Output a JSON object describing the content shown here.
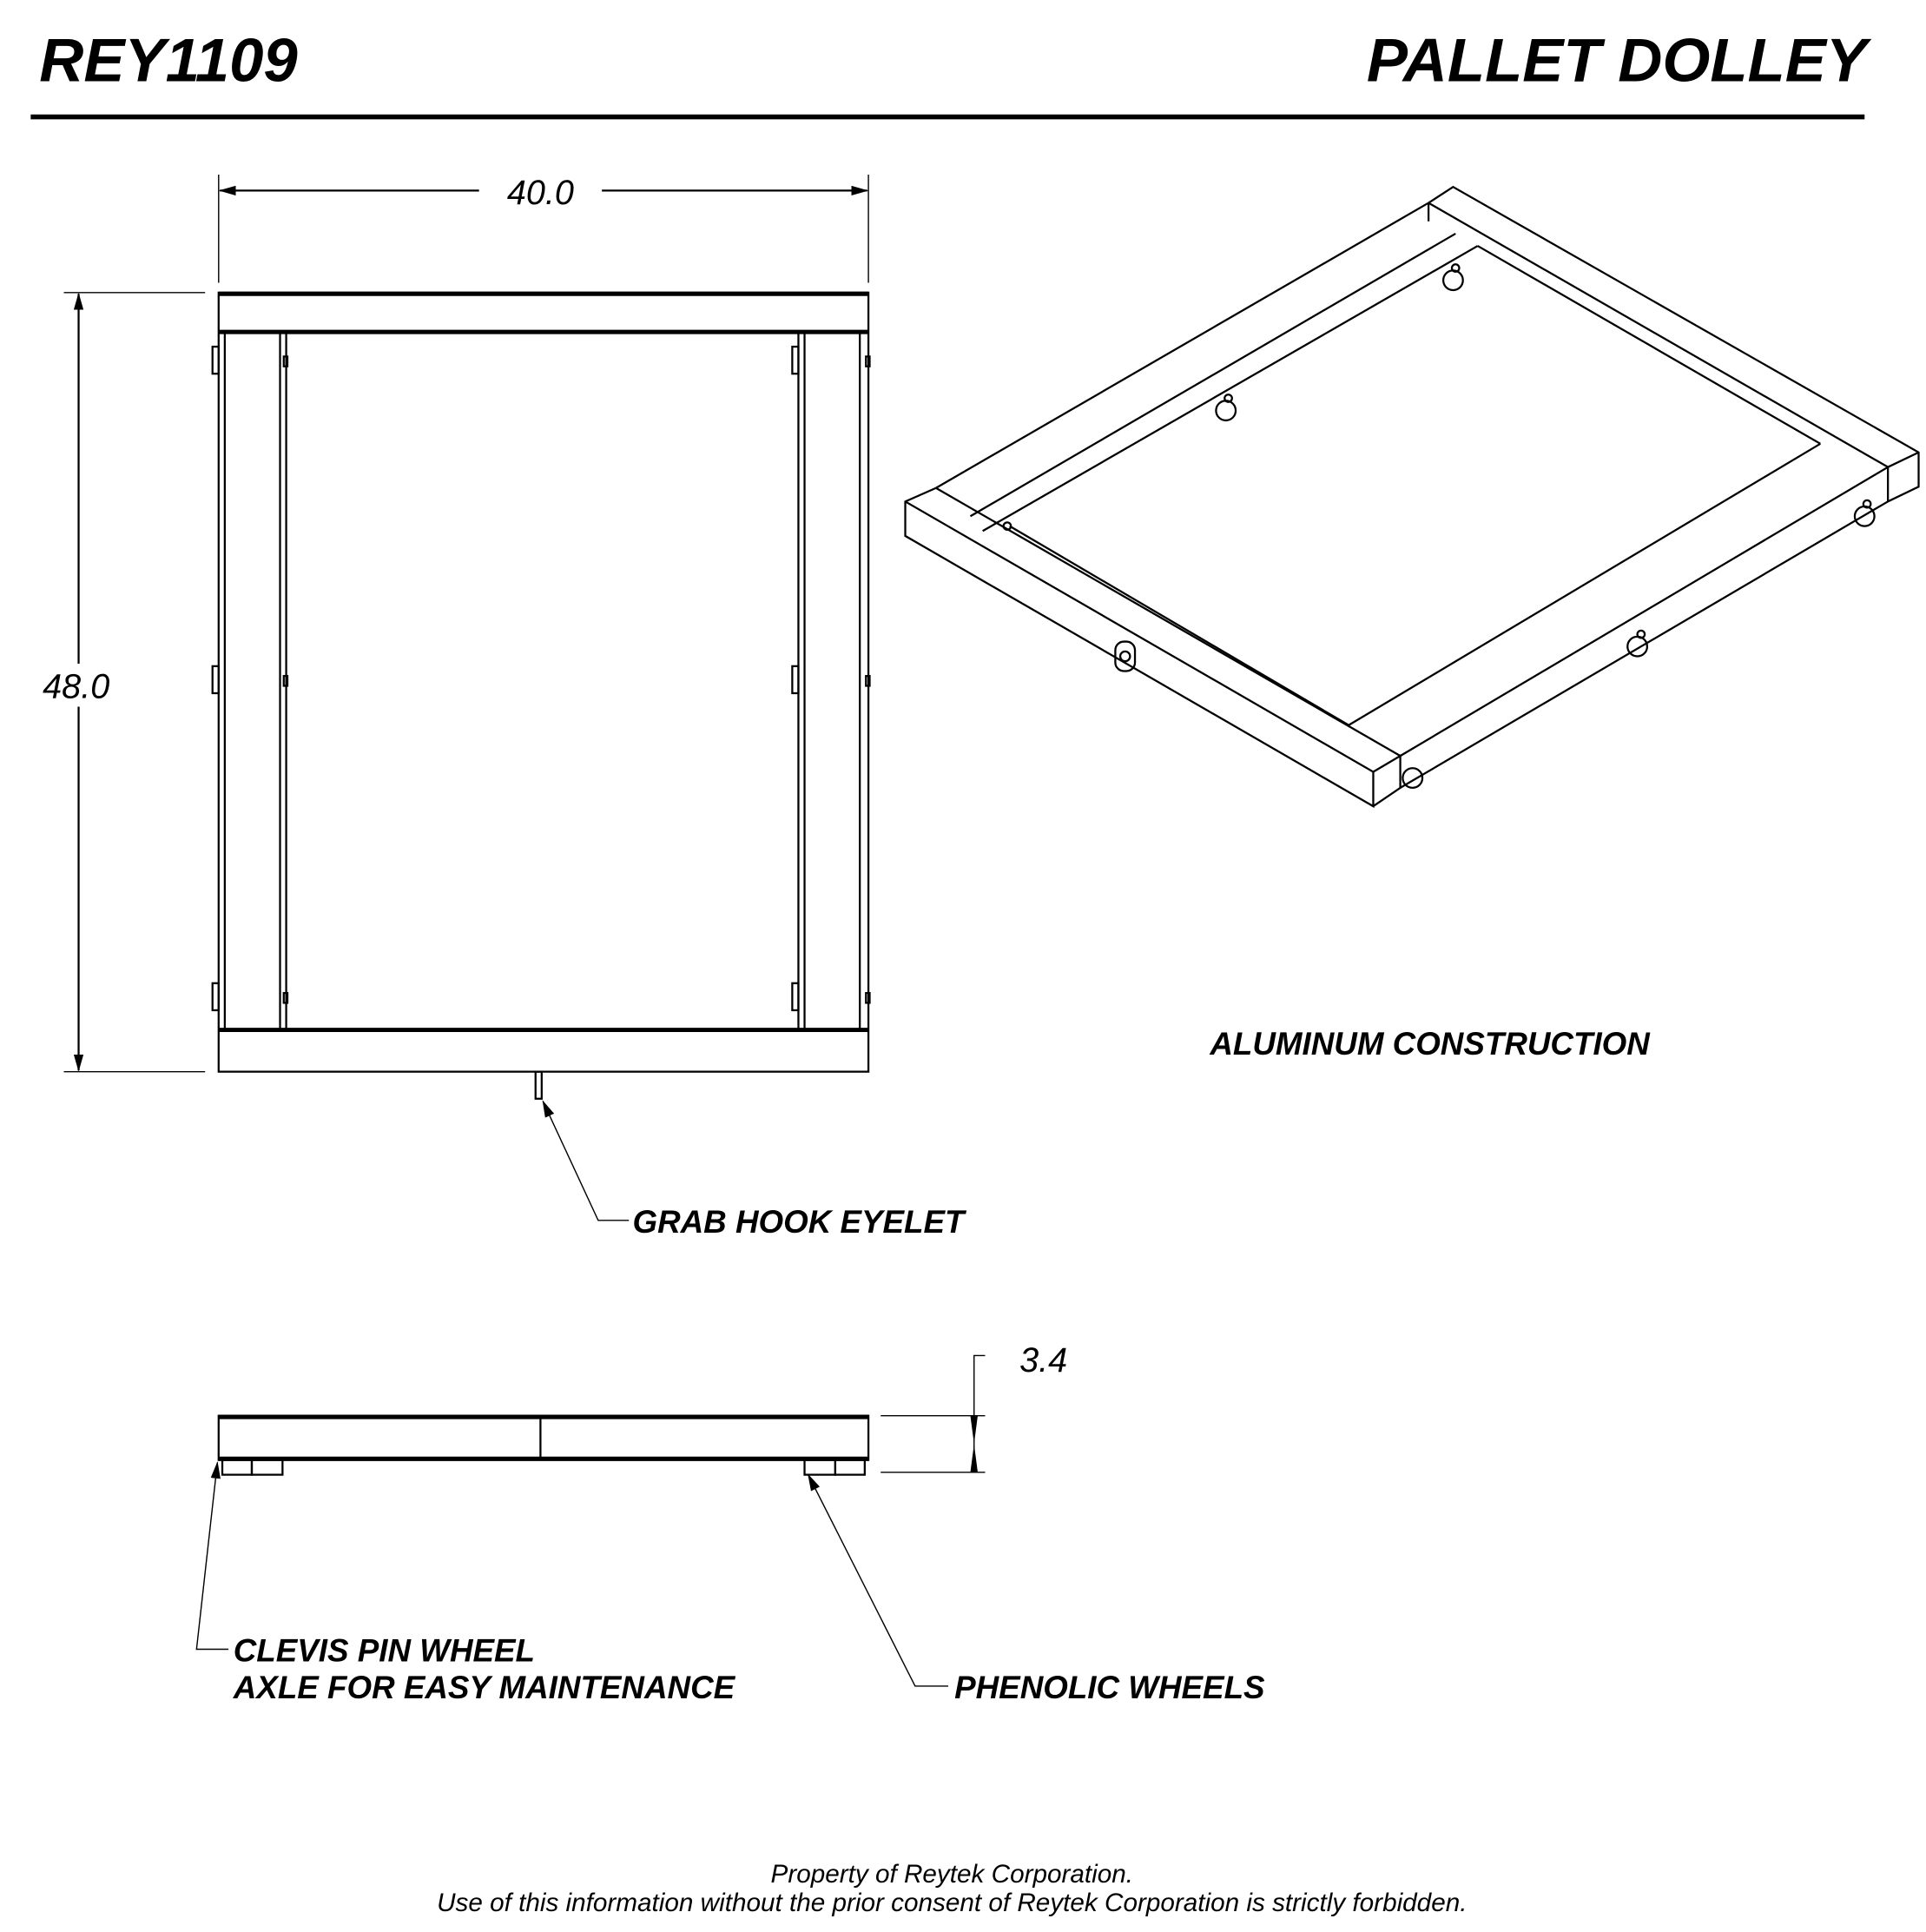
{
  "header": {
    "part_number": "REY1109",
    "title": "PALLET DOLLEY"
  },
  "dimensions": {
    "width": "40.0",
    "length": "48.0",
    "height": "3.4"
  },
  "notes": {
    "material": "ALUMINUM CONSTRUCTION",
    "grab_hook": "GRAB HOOK EYELET",
    "clevis_line1": "CLEVIS PIN WHEEL",
    "clevis_line2": "AXLE FOR EASY MAINTENANCE",
    "wheels": "PHENOLIC WHEELS"
  },
  "footer": {
    "line1": "Property of Reytek Corporation.",
    "line2": "Use of this information without the prior consent of Reytek Corporation is strictly forbidden."
  }
}
